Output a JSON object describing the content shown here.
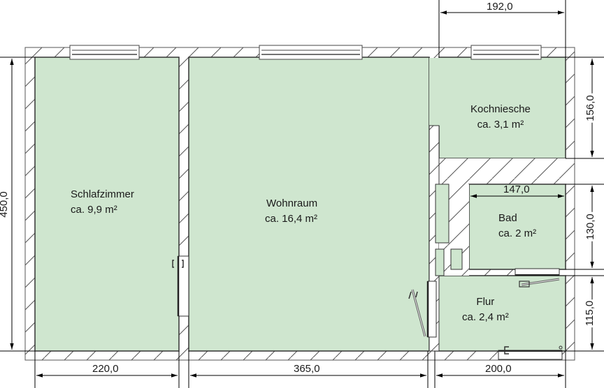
{
  "floorplan": {
    "colors": {
      "room_fill": "#cfe6cf",
      "wall_line": "#333333",
      "hatch": "#555555",
      "background": "#ffffff"
    },
    "rooms": [
      {
        "id": "schlafzimmer",
        "name": "Schlafzimmer",
        "area": "ca. 9,9 m²"
      },
      {
        "id": "wohnraum",
        "name": "Wohnraum",
        "area": "ca. 16,4 m²"
      },
      {
        "id": "kochniesche",
        "name": "Kochniesche",
        "area": "ca. 3,1 m²"
      },
      {
        "id": "bad",
        "name": "Bad",
        "area": "ca. 2 m²"
      },
      {
        "id": "flur",
        "name": "Flur",
        "area": "ca. 2,4 m²"
      }
    ],
    "dimensions": {
      "top_kitchen_width": "192,0",
      "left_total_height": "450,0",
      "right_kitchen_height": "156,0",
      "right_bad_height": "130,0",
      "right_flur_height": "115,0",
      "bad_width": "147,0",
      "bottom_schlafzimmer_width": "220,0",
      "bottom_wohnraum_width": "365,0",
      "bottom_flur_width": "200,0"
    },
    "windows": [
      "window-schlafzimmer",
      "window-wohnraum",
      "window-kochniesche"
    ],
    "doors": [
      "door-schlafzimmer",
      "door-wohnraum",
      "door-bad",
      "door-entrance"
    ]
  }
}
